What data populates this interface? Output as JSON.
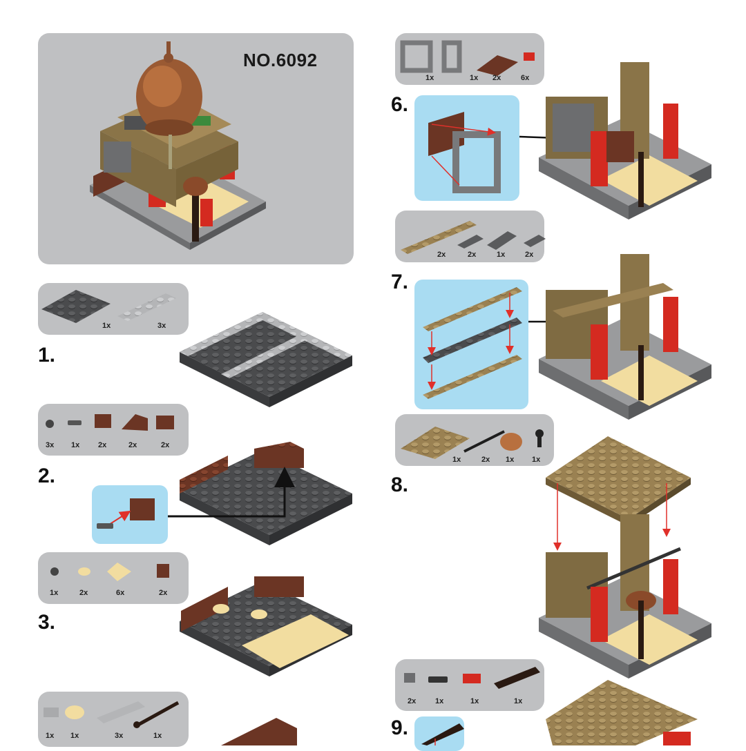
{
  "model": {
    "number": "NO.6092"
  },
  "steps": [
    {
      "label": "1.",
      "parts": [
        "1x",
        "3x"
      ]
    },
    {
      "label": "2.",
      "parts": [
        "3x",
        "1x",
        "2x",
        "2x",
        "2x"
      ]
    },
    {
      "label": "3.",
      "parts": [
        "1x",
        "2x",
        "6x",
        "2x"
      ]
    },
    {
      "label": "",
      "parts": [
        "1x",
        "1x",
        "3x",
        "1x"
      ]
    },
    {
      "label": "6.",
      "parts": [
        "1x",
        "1x",
        "2x",
        "6x"
      ]
    },
    {
      "label": "7.",
      "parts": [
        "2x",
        "2x",
        "1x",
        "2x"
      ]
    },
    {
      "label": "8.",
      "parts": [
        "1x",
        "2x",
        "1x",
        "1x"
      ]
    },
    {
      "label": "9.",
      "parts": [
        "2x",
        "1x",
        "1x",
        "1x"
      ]
    }
  ],
  "colors": {
    "panel": "#bfc0c2",
    "callout": "#a9dcf2",
    "plate_dark": "#4a4b4d",
    "plate_light": "#b4b5b7",
    "tan": "#9a8152",
    "reddish_brown": "#6b3524",
    "red": "#d42a20",
    "light_tan": "#f2dda0",
    "arrow_red": "#e0302a"
  }
}
